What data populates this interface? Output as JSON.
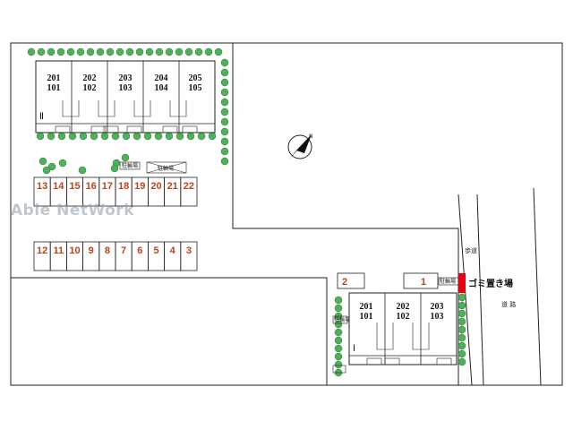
{
  "watermark": "Able NetWork",
  "colors": {
    "slot_label": "#b8431a",
    "garbage": "#e60012",
    "tree": "#4fb05a",
    "line": "#222222"
  },
  "building_north": {
    "roman": "Ⅱ",
    "units": [
      {
        "upper": "201",
        "lower": "101"
      },
      {
        "upper": "202",
        "lower": "102"
      },
      {
        "upper": "203",
        "lower": "103"
      },
      {
        "upper": "204",
        "lower": "104"
      },
      {
        "upper": "205",
        "lower": "105"
      }
    ]
  },
  "building_south": {
    "roman": "Ⅰ",
    "units": [
      {
        "upper": "201",
        "lower": "101"
      },
      {
        "upper": "202",
        "lower": "102"
      },
      {
        "upper": "203",
        "lower": "103"
      }
    ]
  },
  "parking_upper": [
    "13",
    "14",
    "15",
    "16",
    "17",
    "18",
    "19",
    "20",
    "21",
    "22"
  ],
  "parking_lower": [
    "12",
    "11",
    "10",
    "9",
    "8",
    "7",
    "6",
    "5",
    "4",
    "3"
  ],
  "parking_south": [
    "2",
    "1"
  ],
  "bike_labels": {
    "north": "駐輪場",
    "north_small": "駐輪場",
    "south": "駐輪場",
    "south_left": "駐輪場"
  },
  "garbage_label": "ゴミ置き場",
  "sidewalk_label": "歩道",
  "road_label": "道 路",
  "north_letter": "N"
}
